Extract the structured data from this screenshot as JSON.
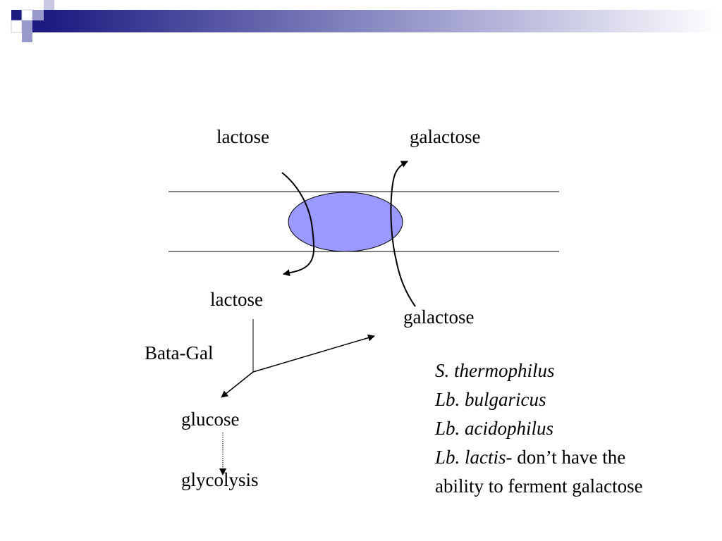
{
  "colors": {
    "header_dark": "#1a1a80",
    "header_light": "#9999cc",
    "transporter_fill": "#9999ff",
    "line": "#000000"
  },
  "labels": {
    "lactose_outside": "lactose",
    "galactose_outside": "galactose",
    "lactose_inside": "lactose",
    "galactose_inside": "galactose",
    "enzyme": "Bata-Gal",
    "glucose": "glucose",
    "glycolysis": "glycolysis"
  },
  "organisms": [
    "S. thermophilus",
    "Lb. bulgaricus",
    "Lb. acidophilus",
    "Lb. lactis"
  ],
  "note_suffix_line1": "- don’t have the",
  "note_line2": "ability to ferment galactose"
}
